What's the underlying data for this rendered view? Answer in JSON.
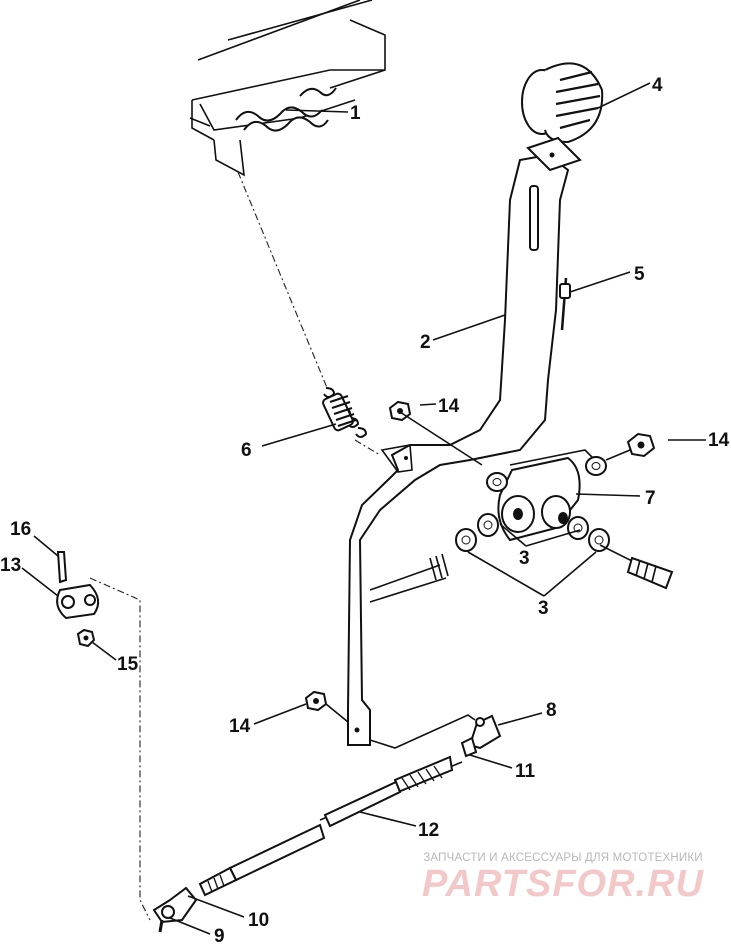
{
  "callouts": [
    {
      "id": "1",
      "label": "1"
    },
    {
      "id": "2",
      "label": "2"
    },
    {
      "id": "3a",
      "label": "3"
    },
    {
      "id": "3b",
      "label": "3"
    },
    {
      "id": "4",
      "label": "4"
    },
    {
      "id": "5",
      "label": "5"
    },
    {
      "id": "6",
      "label": "6"
    },
    {
      "id": "7",
      "label": "7"
    },
    {
      "id": "8",
      "label": "8"
    },
    {
      "id": "9",
      "label": "9"
    },
    {
      "id": "10",
      "label": "10"
    },
    {
      "id": "11",
      "label": "11"
    },
    {
      "id": "12",
      "label": "12"
    },
    {
      "id": "13",
      "label": "13"
    },
    {
      "id": "14a",
      "label": "14"
    },
    {
      "id": "14b",
      "label": "14"
    },
    {
      "id": "14c",
      "label": "14"
    },
    {
      "id": "15",
      "label": "15"
    },
    {
      "id": "16",
      "label": "16"
    }
  ],
  "watermark": {
    "tagline": "ЗАПЧАСТИ И АКСЕССУАРЫ ДЛЯ МОТОТЕХНИКИ",
    "brand": "PARTSFOR.RU",
    "color": "#f2c8c8"
  }
}
